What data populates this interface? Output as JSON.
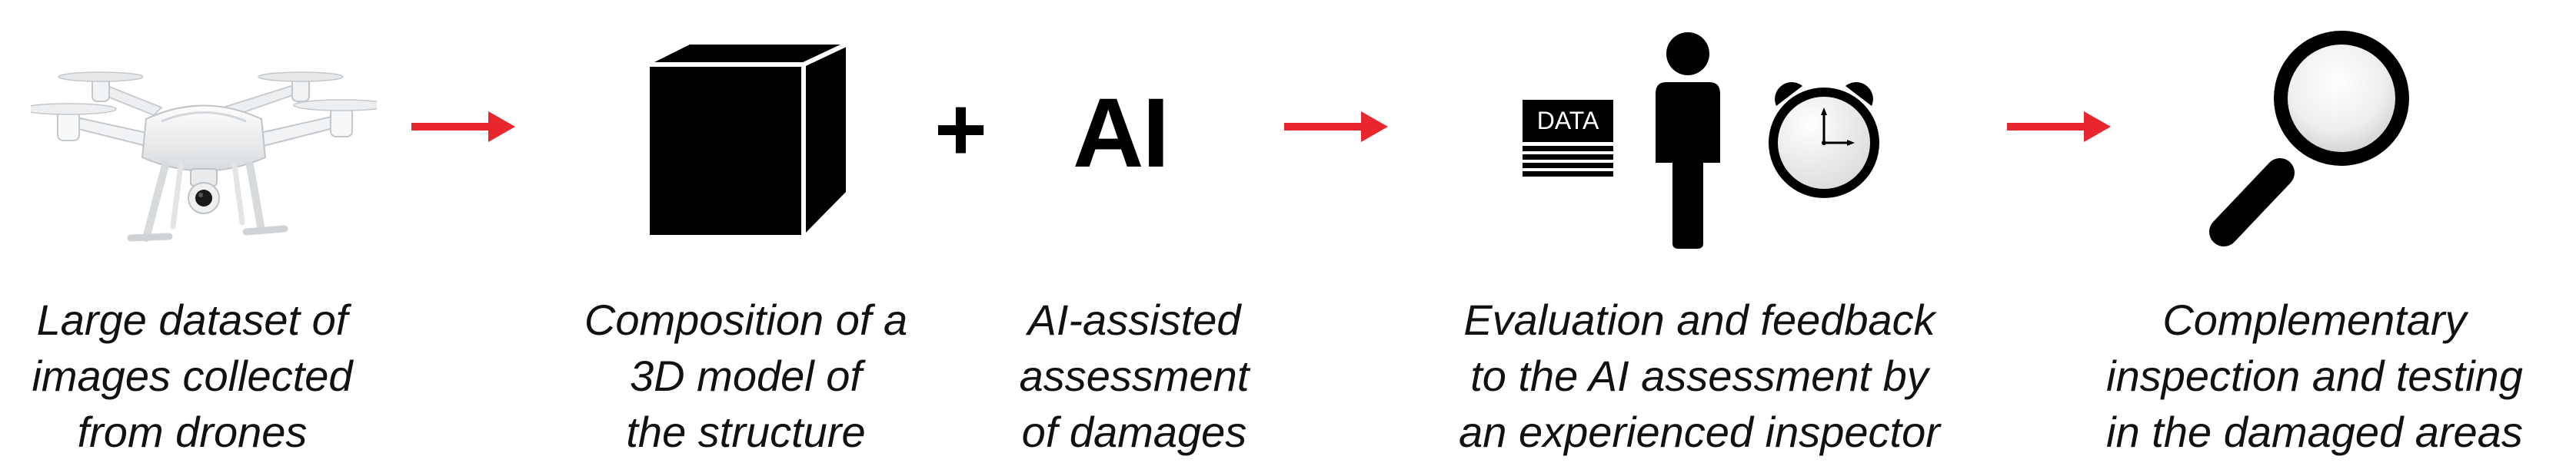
{
  "colors": {
    "arrow": "#e8262e",
    "icon": "#000000",
    "background": "#ffffff",
    "caption": "#111111"
  },
  "icons": {
    "drone": "drone-icon",
    "cube": "cube-icon",
    "data_stack": "data-stack-icon",
    "person": "person-icon",
    "clock": "clock-icon",
    "magnifier": "magnifying-glass-icon"
  },
  "symbols": {
    "plus": "+",
    "ai": "AI",
    "data_label": "DATA"
  },
  "steps": [
    {
      "lines": [
        "Large dataset of",
        "images collected",
        "from drones"
      ]
    },
    {
      "lines": [
        "Composition of a",
        "3D model of",
        "the structure"
      ]
    },
    {
      "lines": [
        "AI-assisted",
        "assessment",
        "of damages"
      ]
    },
    {
      "lines": [
        "Evaluation and feedback",
        "to the AI assessment by",
        "an experienced inspector"
      ]
    },
    {
      "lines": [
        "Complementary",
        "inspection and testing",
        "in the damaged areas"
      ]
    }
  ]
}
